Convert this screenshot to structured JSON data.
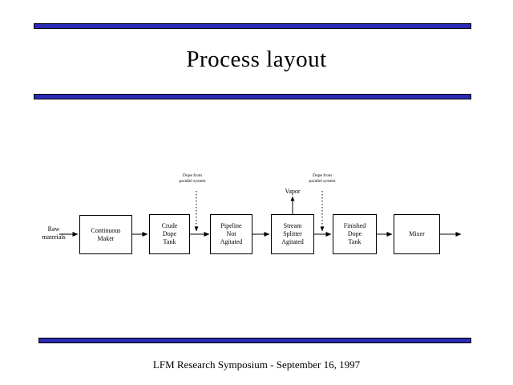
{
  "slide": {
    "title": "Process layout",
    "footer": "LFM Research Symposium -  September 16, 1997",
    "accent_color": "#2b2bb5",
    "rule_border_color": "#000000",
    "background_color": "#ffffff",
    "text_color": "#000000"
  },
  "diagram": {
    "type": "process-flow",
    "input_label": {
      "line1": "Raw",
      "line2": "materials"
    },
    "boxes": [
      {
        "id": "continuous-maker",
        "lines": [
          "Continuous",
          "Maker"
        ]
      },
      {
        "id": "crude-dope-tank",
        "lines": [
          "Crude",
          "Dope",
          "Tank"
        ]
      },
      {
        "id": "pipeline-not-agitated",
        "lines": [
          "Pipeline",
          "Not",
          "Agitated"
        ]
      },
      {
        "id": "stream-splitter-agitated",
        "lines": [
          "Stream",
          "Splitter",
          "Agitated"
        ]
      },
      {
        "id": "finished-dope-tank",
        "lines": [
          "Finished",
          "Dope",
          "Tank"
        ]
      },
      {
        "id": "mixer",
        "lines": [
          "Mixer"
        ]
      }
    ],
    "annotations": [
      {
        "id": "dope-from-parallel-system-left",
        "line1": "Dope from",
        "line2": "parallel system"
      },
      {
        "id": "dope-from-parallel-system-right",
        "line1": "Dope from",
        "line2": "parallel system"
      }
    ],
    "vapor_label": "Vapor"
  }
}
